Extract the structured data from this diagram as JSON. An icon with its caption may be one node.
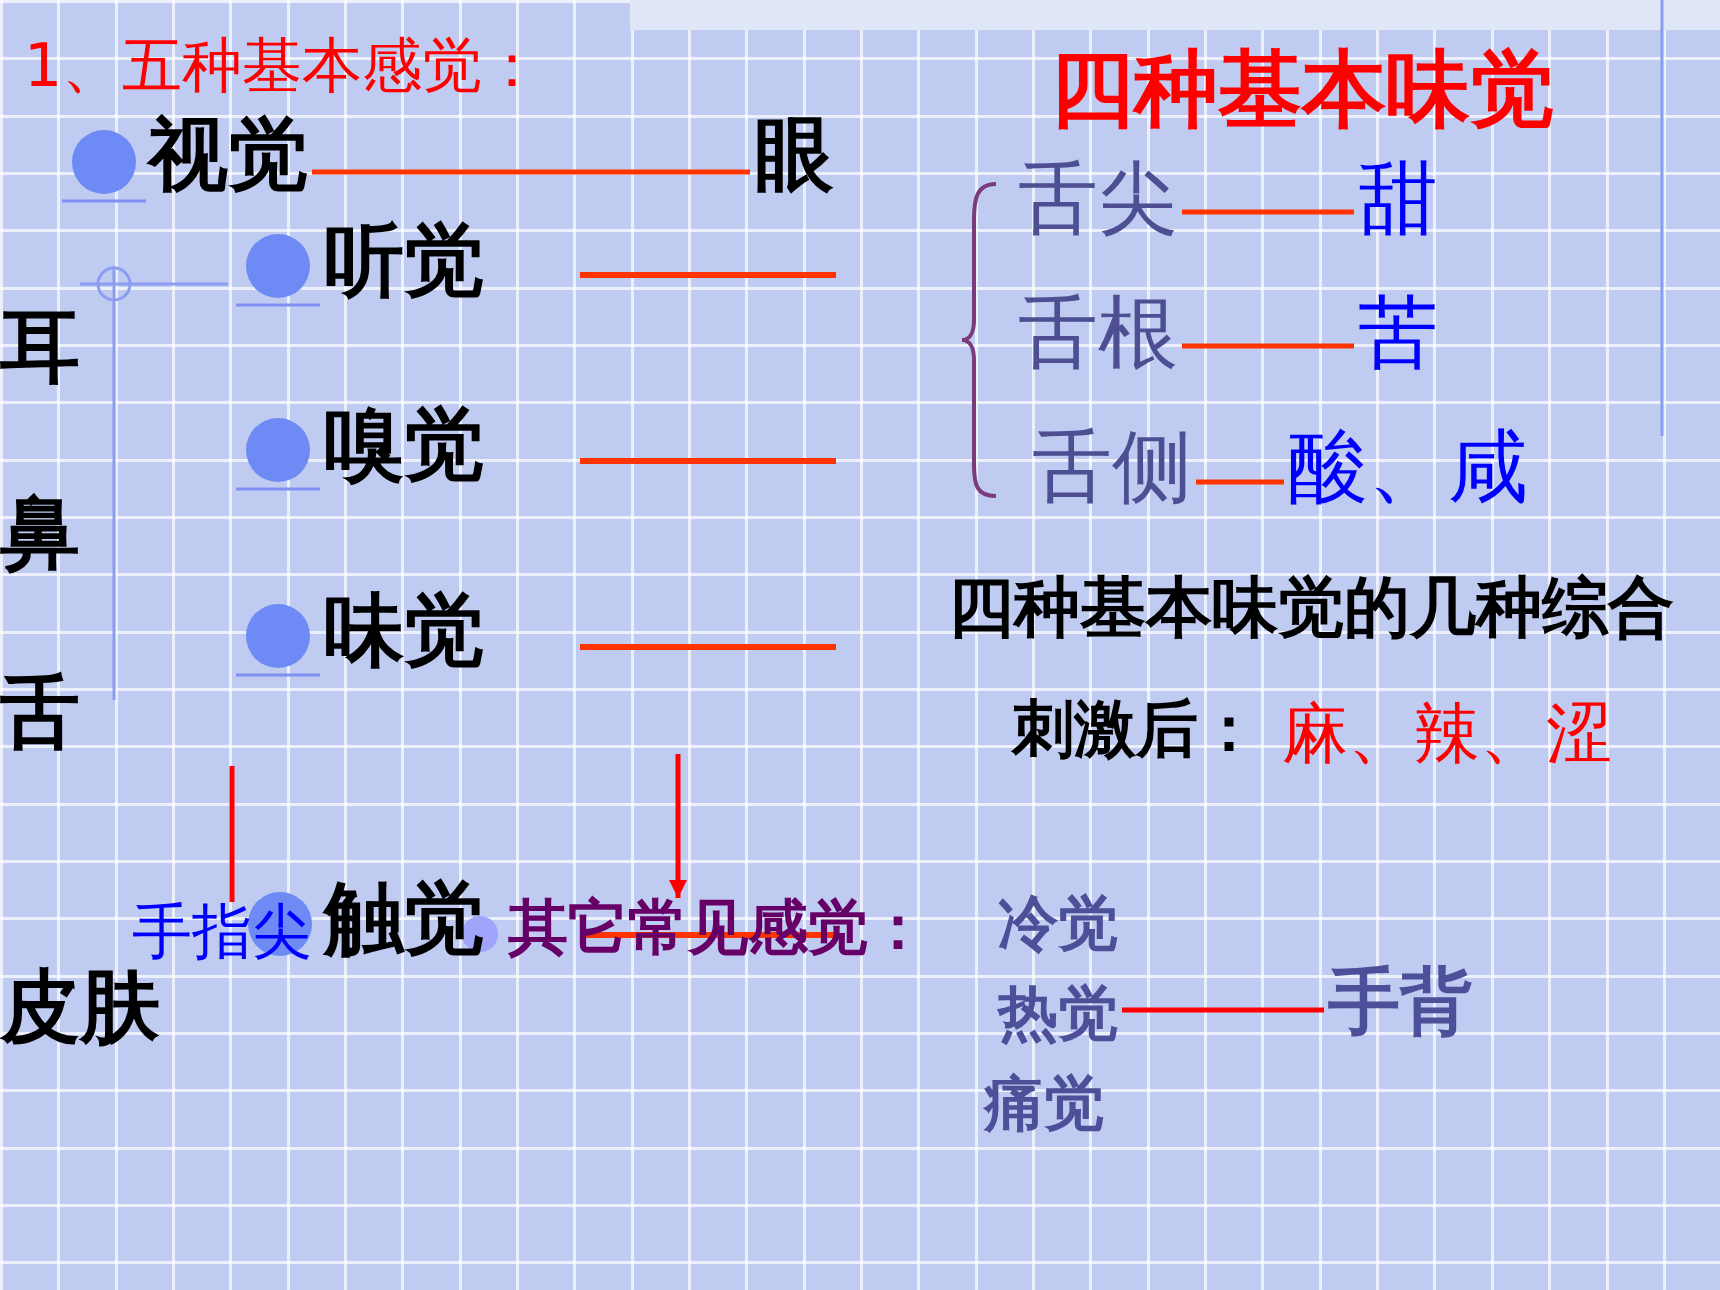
{
  "diagram": {
    "title": "1、五种基本感觉：",
    "nodes": [
      {
        "text": [
          "视觉"
        ]
      },
      {
        "text": [
          "眼"
        ]
      },
      {
        "text": [
          "听觉"
        ]
      },
      {
        "text": [
          "嗅觉"
        ]
      },
      {
        "text": [
          "味觉"
        ]
      },
      {
        "text": [
          "触觉"
        ]
      },
      {
        "text": [
          "手指尖"
        ]
      },
      {
        "text": [
          "其它常见感觉："
        ]
      },
      {
        "text": [
          "冷觉"
        ]
      },
      {
        "text": [
          "热觉"
        ]
      },
      {
        "text": [
          "痛觉"
        ]
      },
      {
        "text": [
          "手背"
        ]
      },
      {
        "text": [
          "舌尖"
        ]
      },
      {
        "text": [
          "甜"
        ]
      },
      {
        "text": [
          "舌根"
        ]
      },
      {
        "text": [
          "苦"
        ]
      },
      {
        "text": [
          "舌侧"
        ]
      },
      {
        "text": [
          "酸、咸"
        ]
      }
    ],
    "edges": [
      {
        "from": 0,
        "to": 1,
        "arrow": "none"
      },
      {
        "from": 12,
        "to": 13,
        "arrow": "none"
      },
      {
        "from": 14,
        "to": 15,
        "arrow": "none"
      },
      {
        "from": 16,
        "to": 17,
        "arrow": "none"
      },
      {
        "from": 9,
        "to": 11,
        "arrow": "none",
        "color": "#ff0000"
      },
      {
        "from": null,
        "to": 6,
        "arrow": "none",
        "color": "#ff0000"
      },
      {
        "from": null,
        "to": 7,
        "arrow": "to",
        "color": "#ff0000"
      }
    ],
    "labels": [
      "四种基本味觉",
      "耳",
      "鼻",
      "舌",
      "四种基本味觉的几种综合",
      "刺激后：",
      "麻、辣、涩",
      "皮肤"
    ]
  }
}
